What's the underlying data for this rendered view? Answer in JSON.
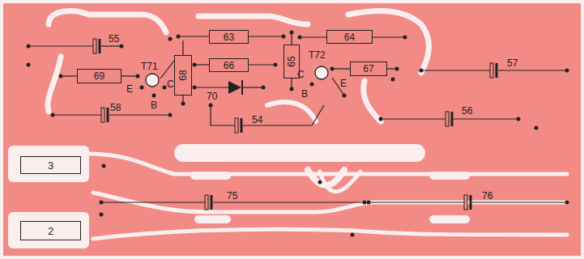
{
  "diagram": {
    "nodes": [
      {
        "text": [
          "63"
        ]
      },
      {
        "text": [
          "64"
        ]
      },
      {
        "text": [
          "65"
        ]
      },
      {
        "text": [
          "68"
        ]
      },
      {
        "text": [
          "66"
        ]
      },
      {
        "text": [
          "67"
        ]
      },
      {
        "text": [
          "69"
        ]
      },
      {
        "text": [
          "3"
        ]
      },
      {
        "text": [
          "2"
        ]
      }
    ],
    "labels": [
      "55",
      "T71",
      "T72",
      "57",
      "E",
      "C",
      "B",
      "C",
      "B",
      "E",
      "70",
      "58",
      "54",
      "56",
      "75",
      "76"
    ]
  }
}
